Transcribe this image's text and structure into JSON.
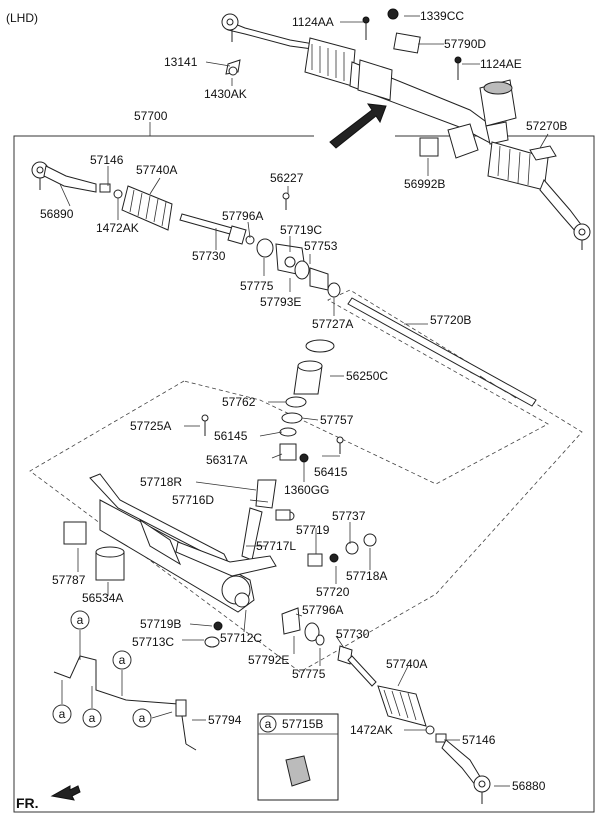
{
  "header": {
    "variant": "(LHD)"
  },
  "footer": {
    "direction": "FR."
  },
  "parts": {
    "p1124AA": "1124AA",
    "p1339CC": "1339CC",
    "p57790D": "57790D",
    "p13141": "13141",
    "p1124AE": "1124AE",
    "p1430AK": "1430AK",
    "p57700": "57700",
    "p57270B": "57270B",
    "p57146_top": "57146",
    "p57740A_top": "57740A",
    "p56992B": "56992B",
    "p56890": "56890",
    "p1472AK_top": "1472AK",
    "p56227": "56227",
    "p57796A_top": "57796A",
    "p57719C": "57719C",
    "p57753": "57753",
    "p57730_top": "57730",
    "p57775_top": "57775",
    "p57793E": "57793E",
    "p57727A": "57727A",
    "p57720B": "57720B",
    "p56250C": "56250C",
    "p57762": "57762",
    "p57757": "57757",
    "p57725A": "57725A",
    "p56145": "56145",
    "p56317A": "56317A",
    "p56415": "56415",
    "p1360GG": "1360GG",
    "p57718R": "57718R",
    "p57716D": "57716D",
    "p57737": "57737",
    "p57719": "57719",
    "p57717L": "57717L",
    "p57787": "57787",
    "p56534A": "56534A",
    "p57720": "57720",
    "p57718A": "57718A",
    "p57796A_bot": "57796A",
    "p57719B": "57719B",
    "p57730_bot": "57730",
    "p57713C": "57713C",
    "p57712C": "57712C",
    "p57792E": "57792E",
    "p57775_bot": "57775",
    "p57740A_bot": "57740A",
    "p57794": "57794",
    "p57715B": "57715B",
    "p1472AK_bot": "1472AK",
    "p57146_bot": "57146",
    "p56880": "56880"
  },
  "refs": {
    "a": "a"
  }
}
